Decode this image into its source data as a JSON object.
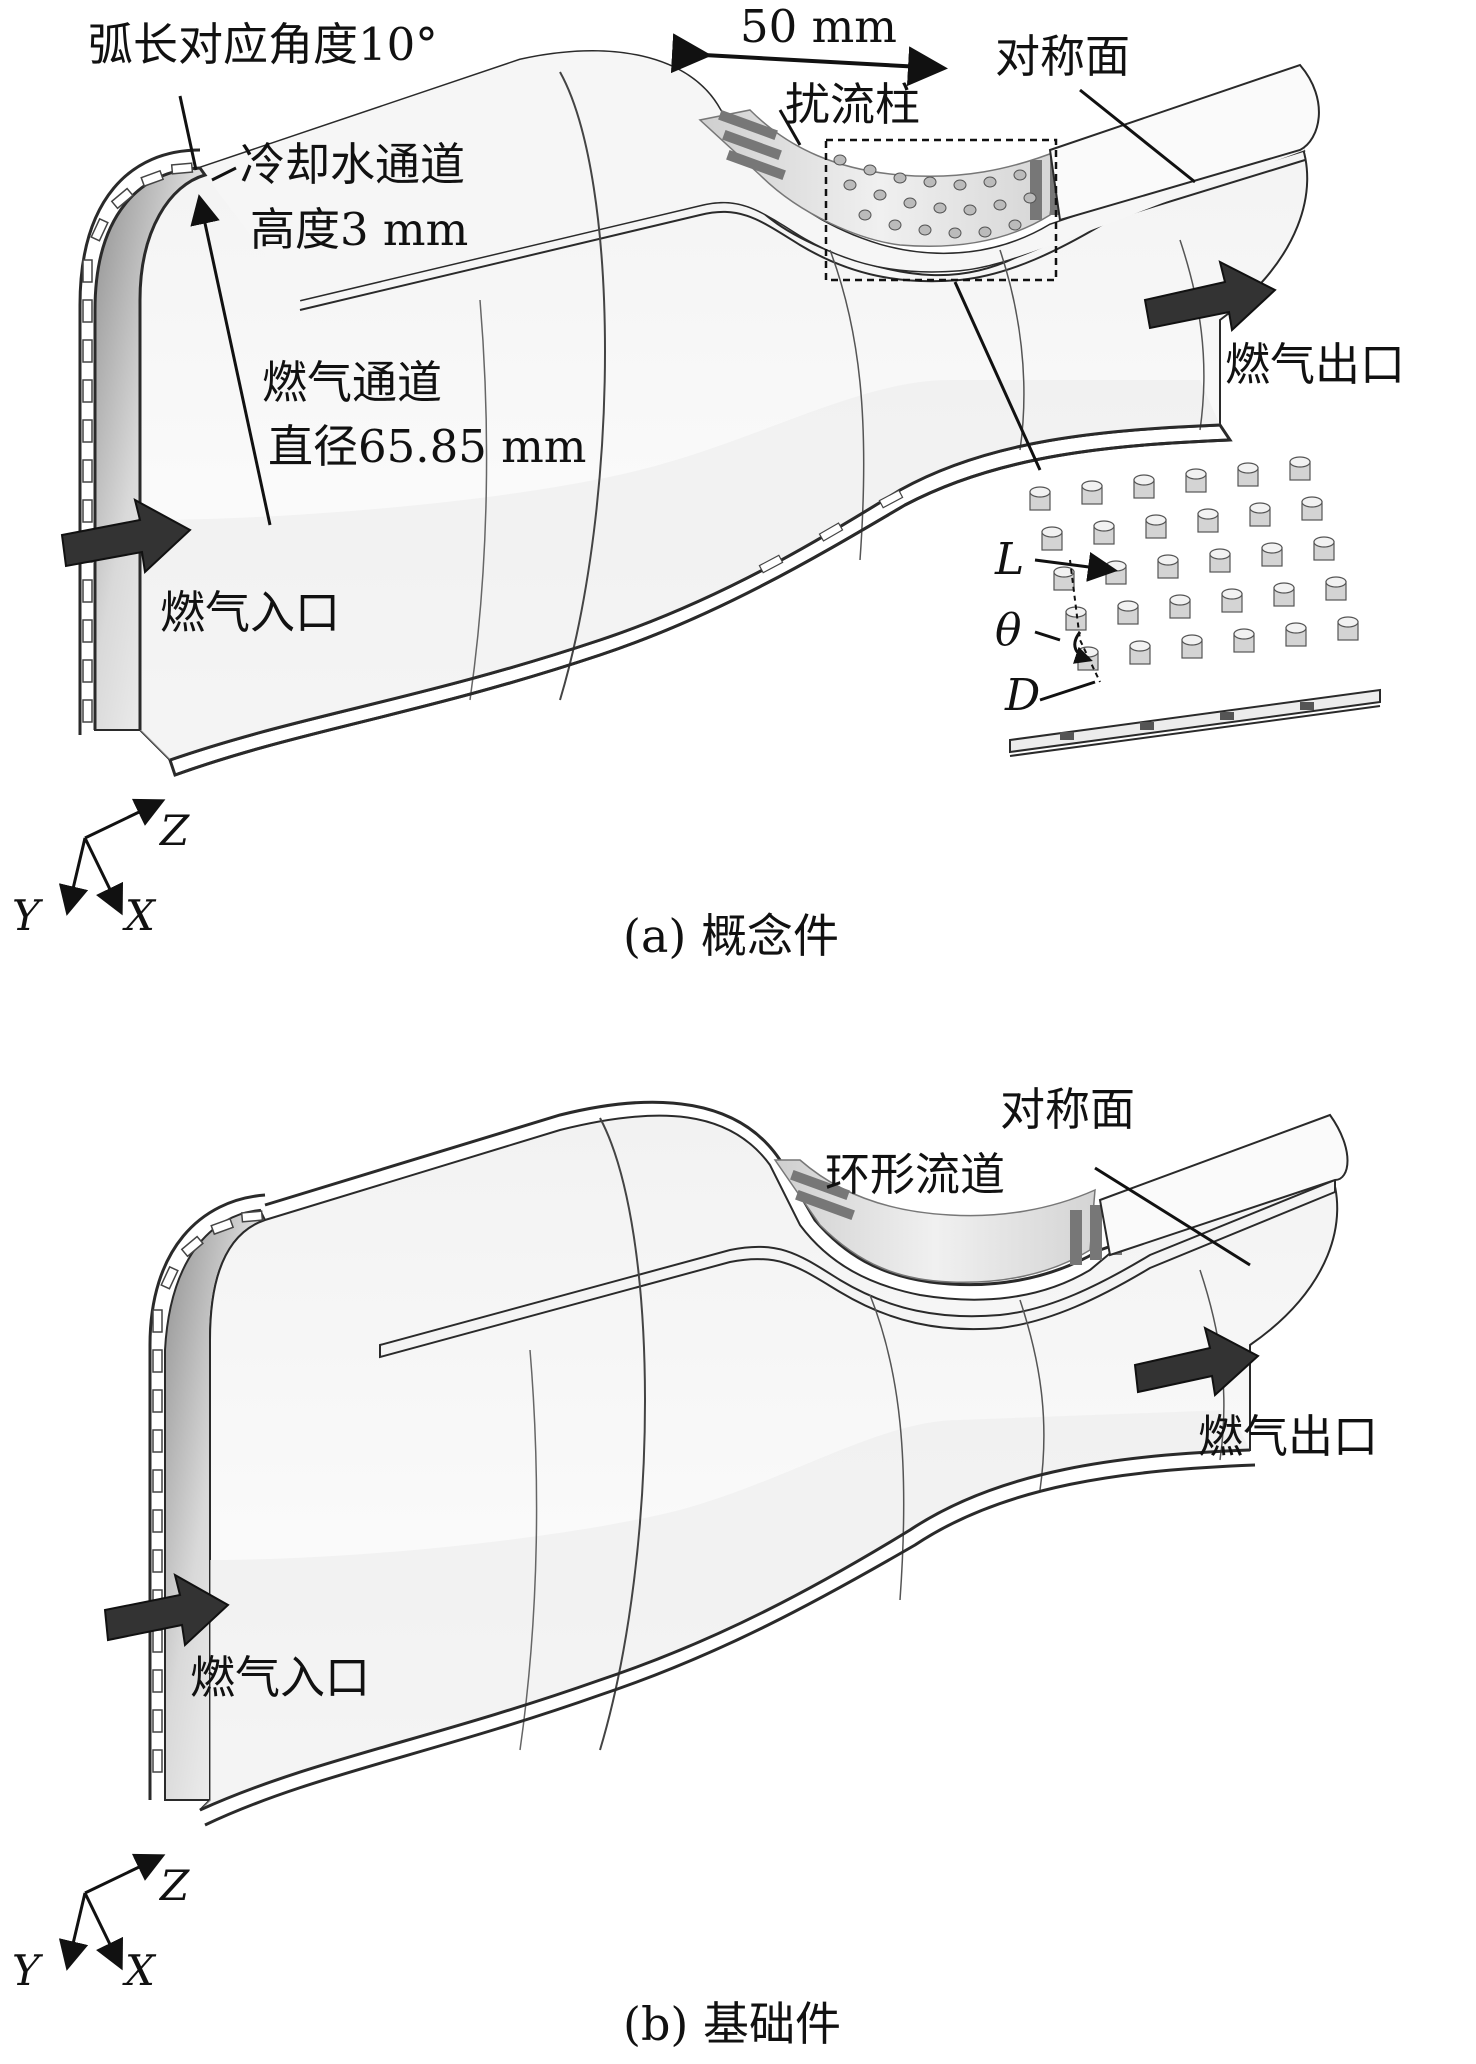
{
  "panel_a": {
    "caption": "(a) 概念件",
    "arc_angle_label": "弧长对应角度10°",
    "dimension_label": "50 mm",
    "symmetry_label": "对称面",
    "pin_fin_label": "扰流柱",
    "coolant_channel_label": "冷却水通道",
    "coolant_height_label": "高度3 mm",
    "gas_channel_label": "燃气通道",
    "gas_diameter_label": "直径65.85 mm",
    "gas_outlet_label": "燃气出口",
    "gas_inlet_label": "燃气入口",
    "param_L": "L",
    "param_theta": "θ",
    "param_D": "D",
    "axis_z": "Z",
    "axis_y": "Y",
    "axis_x": "X"
  },
  "panel_b": {
    "caption": "(b) 基础件",
    "symmetry_label": "对称面",
    "annular_channel_label": "环形流道",
    "gas_outlet_label": "燃气出口",
    "gas_inlet_label": "燃气入口",
    "axis_z": "Z",
    "axis_y": "Y",
    "axis_x": "X"
  },
  "colors": {
    "outline": "#2a2a2a",
    "surface_light": "#f7f7f7",
    "surface_mid": "#dcdcdc",
    "surface_dark": "#9a9a9a",
    "arrow_fill": "#333333"
  }
}
